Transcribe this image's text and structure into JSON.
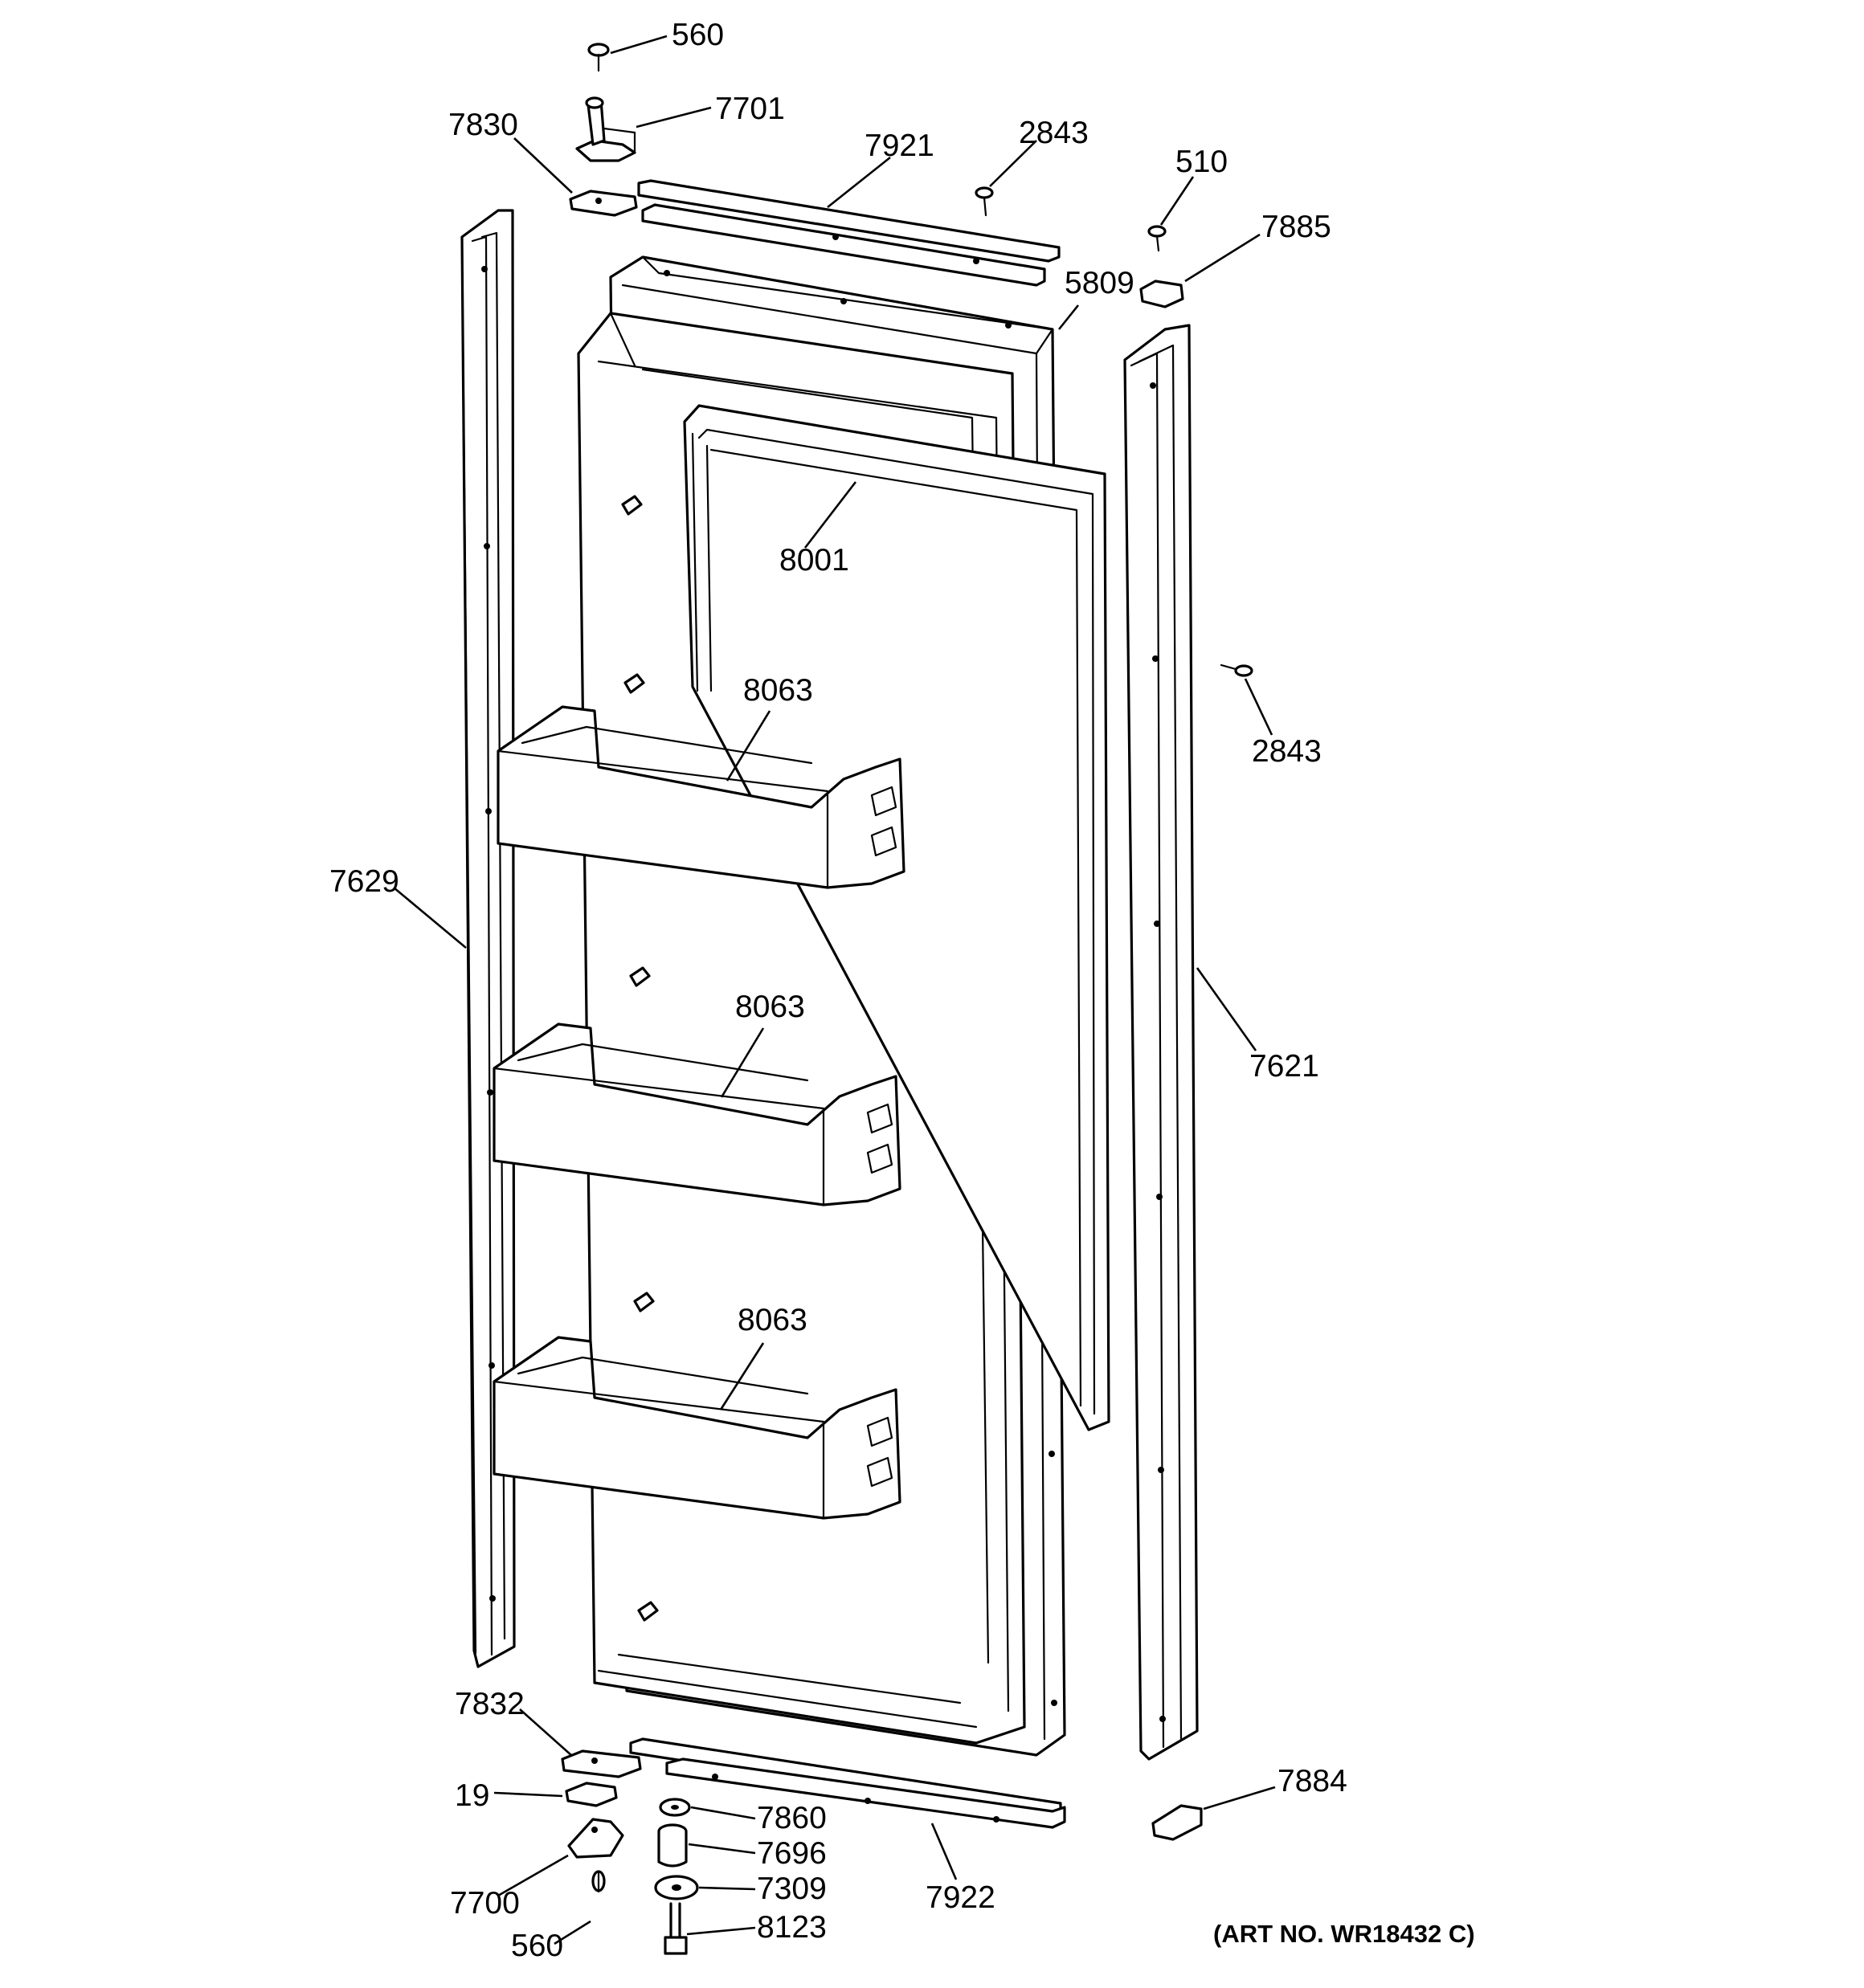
{
  "labels": {
    "l560_top": "560",
    "l7701": "7701",
    "l7830": "7830",
    "l7921": "7921",
    "l2843_top": "2843",
    "l510": "510",
    "l7885": "7885",
    "l5809": "5809",
    "l8001": "8001",
    "l8063_a": "8063",
    "l8063_b": "8063",
    "l8063_c": "8063",
    "l2843_side": "2843",
    "l7629": "7629",
    "l7621": "7621",
    "l7832": "7832",
    "l19": "19",
    "l7700": "7700",
    "l560_bottom": "560",
    "l7860": "7860",
    "l7696": "7696",
    "l7309": "7309",
    "l8123": "8123",
    "l7922": "7922",
    "l7884": "7884"
  },
  "caption": "(ART NO. WR18432 C)"
}
